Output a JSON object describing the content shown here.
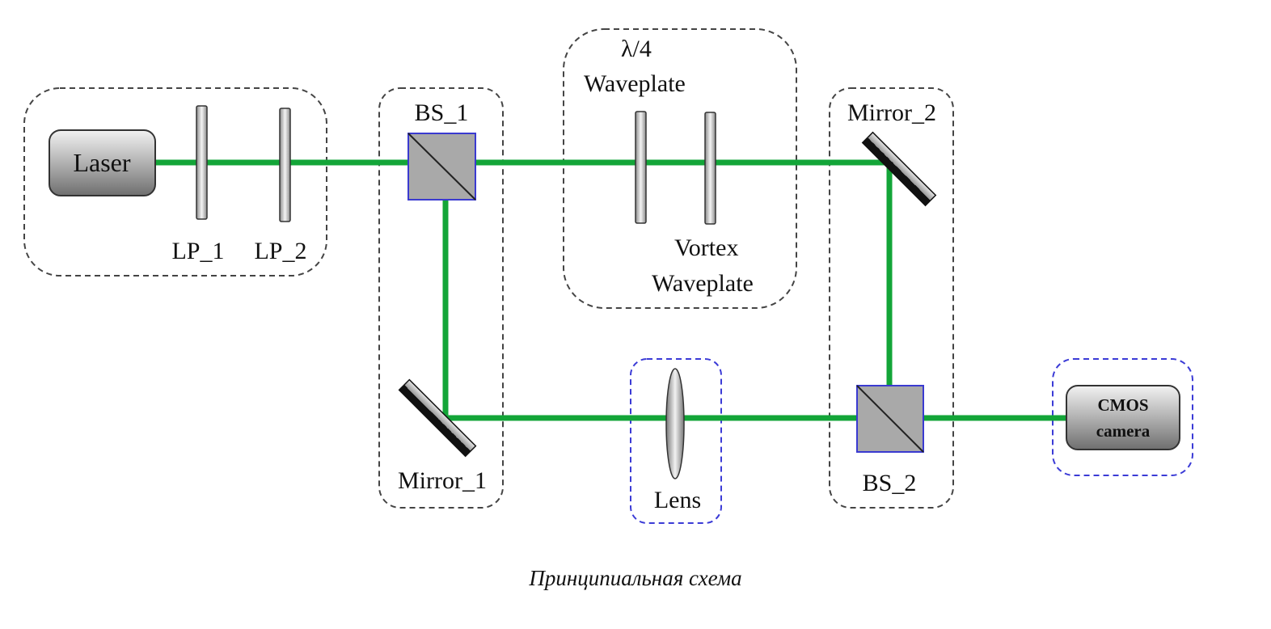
{
  "diagram": {
    "components": {
      "laser": "Laser",
      "lp1": "LP_1",
      "lp2": "LP_2",
      "bs1": "BS_1",
      "qwp_line1": "λ/4",
      "qwp_line2": "Waveplate",
      "vortex_line1": "Vortex",
      "vortex_line2": "Waveplate",
      "mirror2": "Mirror_2",
      "mirror1": "Mirror_1",
      "lens": "Lens",
      "bs2": "BS_2",
      "camera_line1": "CMOS",
      "camera_line2": "camera"
    },
    "caption": "Принципиальная схема"
  },
  "colors": {
    "beam": "#13a538",
    "group_border": "#444444",
    "group_border_blue": "#3b3bd6",
    "splitter_fill": "#a9a9a9",
    "splitter_edge": "#3a3ad0"
  }
}
